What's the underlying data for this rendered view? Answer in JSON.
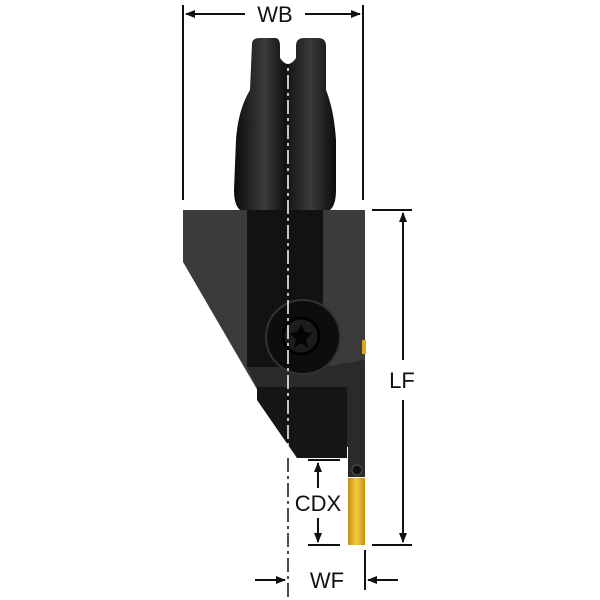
{
  "dimensions": {
    "wb": "WB",
    "lf": "LF",
    "cdx": "CDX",
    "wf": "WF"
  },
  "colors": {
    "body": "#3a3a3a",
    "body_dark": "#141414",
    "insert": "#e0b020",
    "line": "#111111"
  }
}
